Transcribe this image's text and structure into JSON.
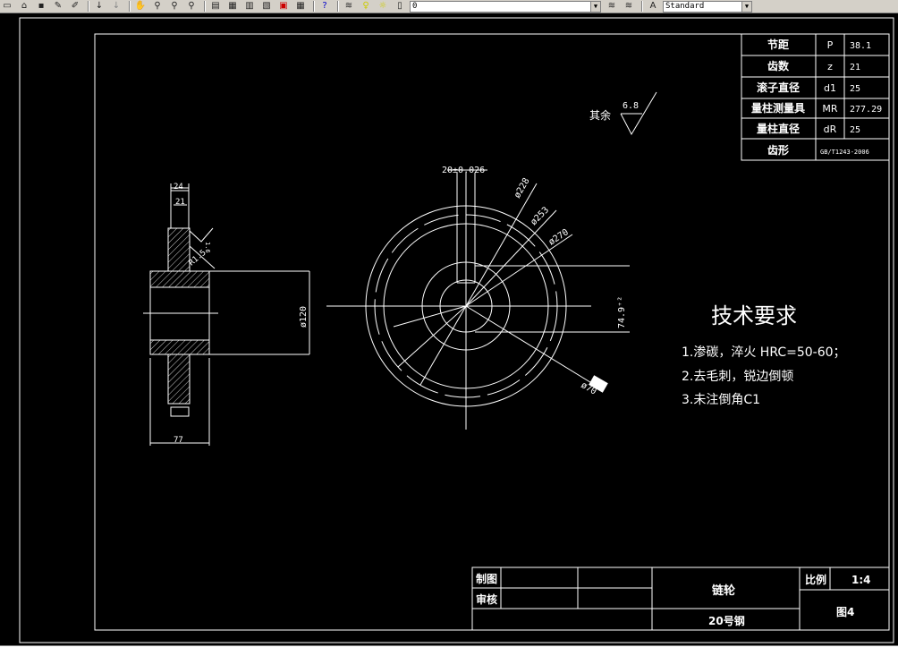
{
  "toolbar": {
    "icons": [
      "new-file-icon",
      "open-file-icon",
      "save-icon",
      "pencil-icon",
      "edit-icon",
      "undo-icon",
      "redo-icon",
      "pan-icon",
      "zoom-realtime-icon",
      "zoom-window-icon",
      "zoom-previous-icon",
      "properties-icon",
      "design-center-icon",
      "tool-palette-icon",
      "sheet-set-icon",
      "markup-icon",
      "calculator-icon",
      "help-icon",
      "layer-manager-icon",
      "layer-state-icon",
      "bulb-icon",
      "sun-icon",
      "lock-icon",
      "color-square-icon",
      "style-icon"
    ],
    "layer_name": "0",
    "text_style": "Standard"
  },
  "drawing": {
    "note_label": "其余",
    "roughness_value": "6.8",
    "tech_title": "技术要求",
    "tech_items": [
      "1.渗碳，淬火 HRC=50-60；",
      "2.去毛刺，锐边倒顿",
      "3.未注倒角C1"
    ],
    "dims": {
      "top_width": "24",
      "inner_width": "21",
      "chamfer": "R1.5",
      "roughness_small": "1.6",
      "bore_dia": "ø120",
      "hub_len": "77",
      "keyway": "20±0.026",
      "d1": "ø228",
      "d2": "ø253",
      "d3": "ø270",
      "d4": "ø70",
      "key_depth": "74.9⁺²"
    },
    "params": [
      {
        "label": "节距",
        "symbol": "P",
        "value": "38.1"
      },
      {
        "label": "齿数",
        "symbol": "z",
        "value": "21"
      },
      {
        "label": "滚子直径",
        "symbol": "d1",
        "value": "25"
      },
      {
        "label": "量柱测量具",
        "symbol": "MR",
        "value": "277.29"
      },
      {
        "label": "量柱直径",
        "symbol": "dR",
        "value": "25"
      },
      {
        "label": "齿形",
        "symbol": "",
        "value": "GB/T1243-2006"
      }
    ],
    "title_block": {
      "drawn_label": "制图",
      "check_label": "审核",
      "part_name": "链轮",
      "material": "20号钢",
      "scale_label": "比例",
      "scale_value": "1:4",
      "sheet_no": "图4"
    }
  }
}
